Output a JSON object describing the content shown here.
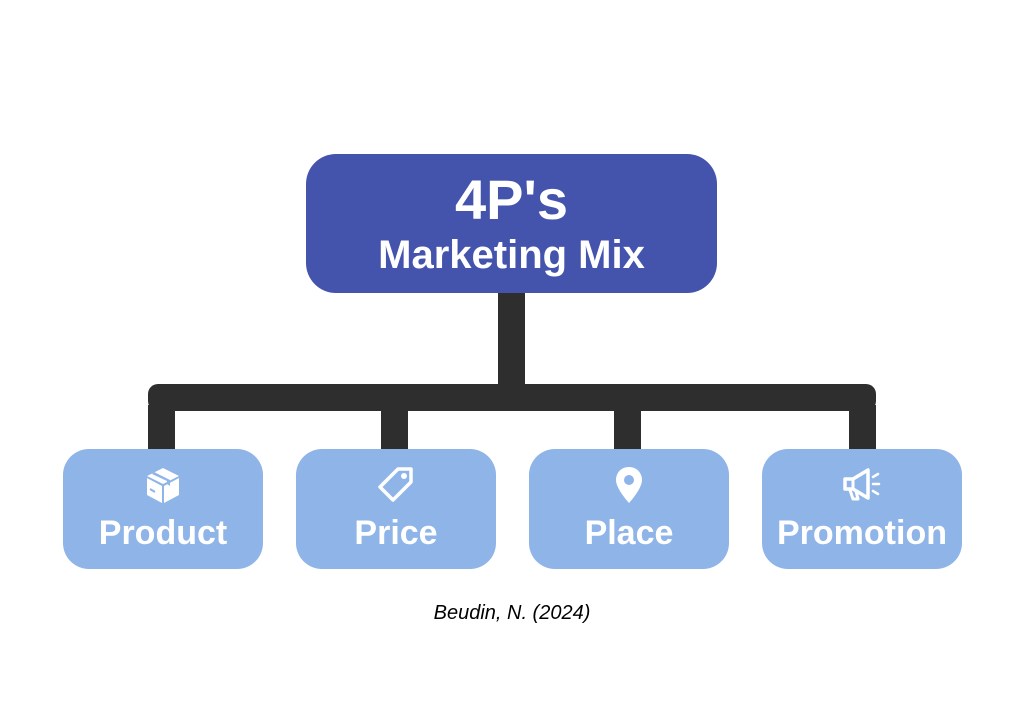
{
  "diagram": {
    "root": {
      "title": "4P's",
      "subtitle": "Marketing Mix"
    },
    "children": [
      {
        "label": "Product",
        "icon": "package-icon"
      },
      {
        "label": "Price",
        "icon": "price-tag-icon"
      },
      {
        "label": "Place",
        "icon": "map-pin-icon"
      },
      {
        "label": "Promotion",
        "icon": "megaphone-icon"
      }
    ],
    "citation": "Beudin, N. (2024)"
  },
  "colors": {
    "root_fill": "#4453ac",
    "child_fill": "#8fb4e8",
    "connector": "#2e2e2e",
    "text_on_node": "#ffffff"
  }
}
